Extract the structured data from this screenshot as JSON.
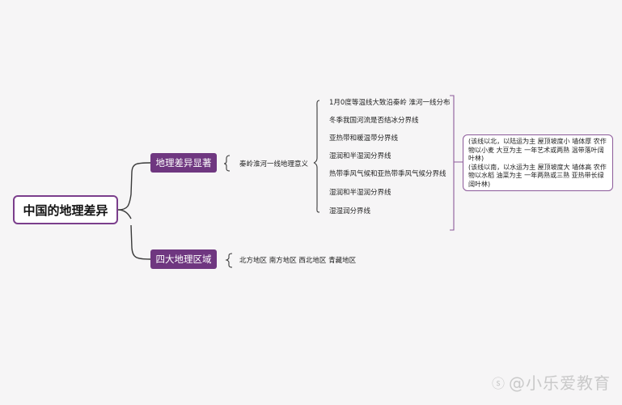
{
  "root": {
    "label": "中国的地理差异"
  },
  "branches": [
    {
      "label": "地理差异显著",
      "child": "秦岭淮河一线地理意义",
      "items": [
        "1月0度等温线大致沿秦岭 淮河一线分布",
        "冬季我国河流是否结冰分界线",
        "亚热带和暖温带分界线",
        "湿润和半湿润分界线",
        "热带季风气候和亚热带季风气候分界线",
        "湿润和半湿润分界线",
        "湿湿润分界线"
      ],
      "note": [
        "(该线以北，以陆运为主 屋顶坡度小 墙体厚 农作物以小麦 大豆为主 一年艺术或两熟 温带落叶阔叶林)",
        "(该线以南，以水运为主 屋顶坡度大 墙体高 农作物以水稻 油菜为主 一年两熟或三熟 亚热带长绿阔叶林)"
      ]
    },
    {
      "label": "四大地理区域",
      "child": "北方地区 南方地区 西北地区 青藏地区"
    }
  ],
  "watermark": {
    "icon": "weibo-like-icon",
    "text": "@小乐爱教育"
  },
  "colors": {
    "accent": "#6f3780",
    "line": "#7b3e8c"
  }
}
